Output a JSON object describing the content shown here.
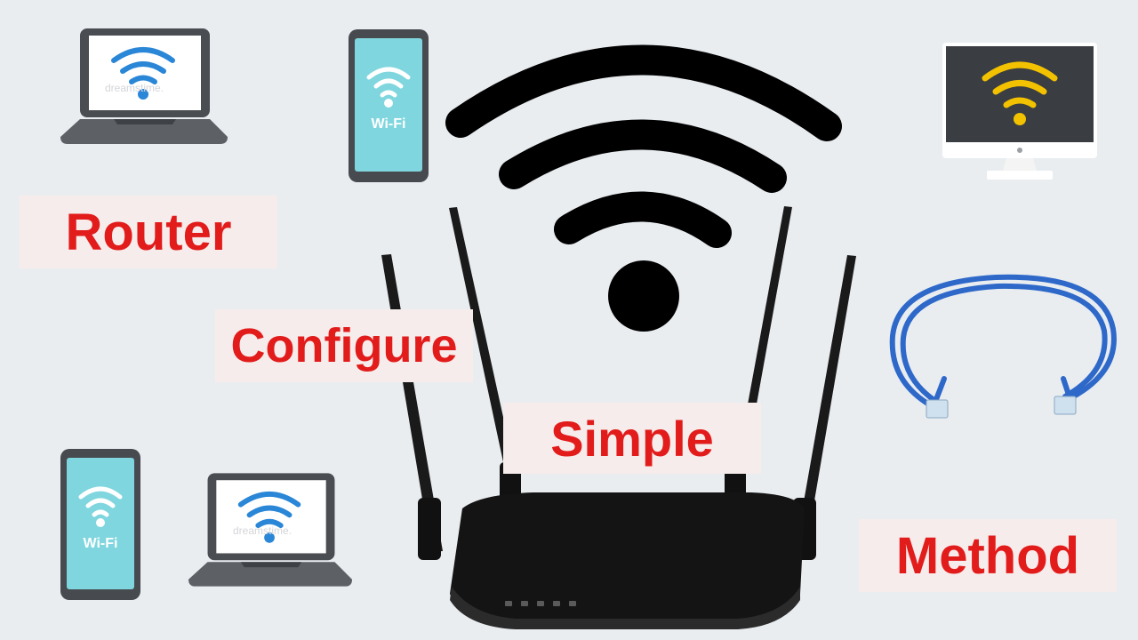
{
  "labels": {
    "router": "Router",
    "configure": "Configure",
    "simple": "Simple",
    "method": "Method"
  },
  "devices": {
    "phone_label": "Wi-Fi",
    "laptop_watermark": "dreamstime."
  },
  "colors": {
    "background": "#e9edf0",
    "label_text": "#e21b1b",
    "label_bg": "#f6eceb",
    "wifi_blue": "#2a86d6",
    "wifi_white": "#ffffff",
    "wifi_yellow": "#f2c200",
    "phone_screen": "#7fd6de",
    "cable_blue": "#2e68c9",
    "router_black": "#141414"
  },
  "icons": [
    "wifi-icon",
    "laptop-icon",
    "phone-icon",
    "monitor-icon",
    "ethernet-cable-icon",
    "router-icon"
  ]
}
